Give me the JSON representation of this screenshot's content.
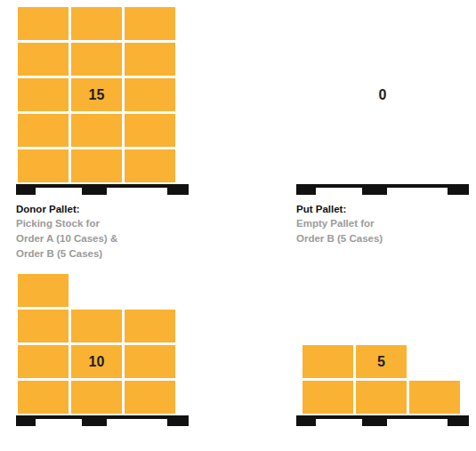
{
  "diagram": {
    "labels": [
      "15",
      "0",
      "Donor Pallet:",
      "Picking Stock for Order A (10 Cases) & Order B (5 Cases)",
      "Put Pallet:",
      "Empty Pallet for Order B (5 Cases)",
      "10",
      "5"
    ]
  }
}
